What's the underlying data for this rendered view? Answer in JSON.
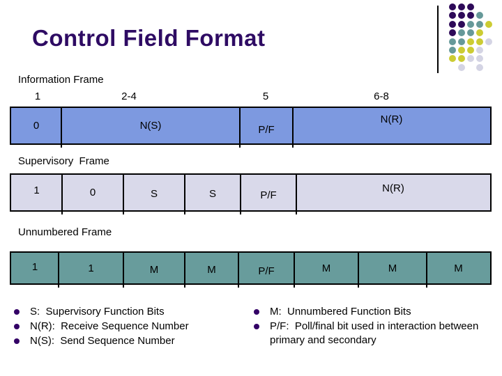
{
  "slide": {
    "title": "Control Field Format"
  },
  "logo": {
    "colors": {
      "P": "#2E0A59",
      "T": "#669999",
      "Y": "#CCCC33",
      "G": "#D4D4E4"
    },
    "grid": [
      "PPP..",
      "PPPT.",
      "PPTTY",
      "PTTY.",
      "TTYYG",
      "TYYG.",
      "YYGG.",
      ".G.G."
    ]
  },
  "frames": [
    {
      "label": "Information Frame",
      "fill": "#7D99E0",
      "bit_labels": [
        "1",
        "2-4",
        "5",
        "6-8"
      ],
      "cells": [
        "0",
        "N(S)",
        "P/F",
        "N(R)"
      ]
    },
    {
      "label": "Supervisory  Frame",
      "fill": "#D9D9EA",
      "cells": [
        "1",
        "0",
        "S",
        "S",
        "P/F",
        "N(R)"
      ]
    },
    {
      "label": "Unnumbered Frame",
      "fill": "#689C9C",
      "cells": [
        "1",
        "1",
        "M",
        "M",
        "P/F",
        "M",
        "M",
        "M"
      ]
    }
  ],
  "legend": {
    "bullet_color": "#330066",
    "left_items": [
      "S:  Supervisory Function Bits",
      "N(R):  Receive Sequence Number",
      "N(S):  Send Sequence Number"
    ],
    "right_items": [
      "M:  Unnumbered Function Bits",
      "P/F:  Poll/final bit used in interaction between primary and secondary"
    ]
  }
}
